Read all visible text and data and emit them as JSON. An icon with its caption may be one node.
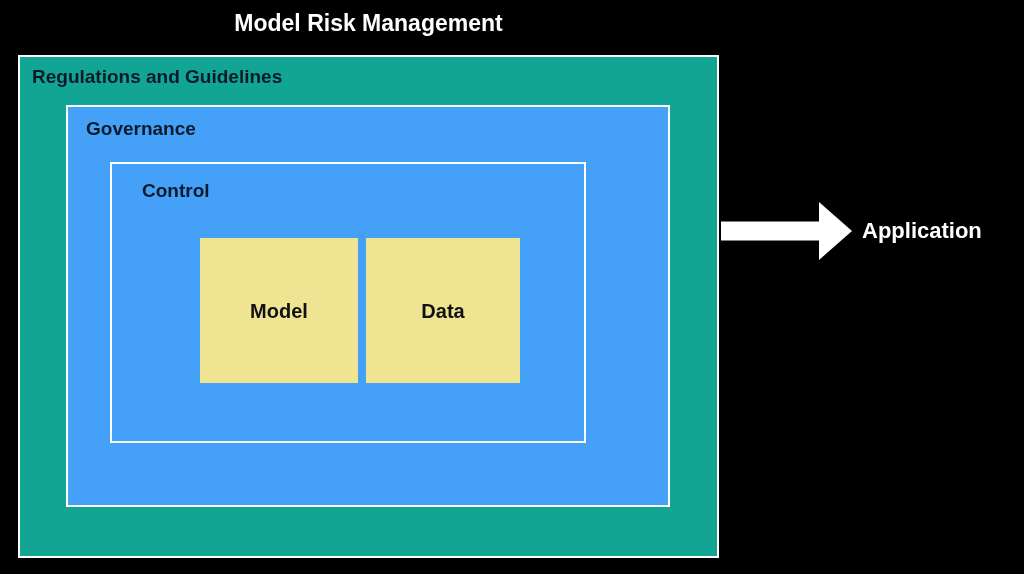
{
  "diagram": {
    "title": "Model Risk Management",
    "nodes": [
      {
        "text": [
          "Regulations and Guidelines"
        ]
      },
      {
        "text": [
          "Governance"
        ],
        "in": 0
      },
      {
        "text": [
          "Control"
        ],
        "in": 1
      },
      {
        "text": [
          "Model"
        ],
        "in": 2
      },
      {
        "text": [
          "Data"
        ],
        "in": 2
      },
      {
        "text": [
          "Application"
        ]
      }
    ],
    "edges": [
      {
        "from": 0,
        "to": 5,
        "arrow": "to"
      }
    ]
  }
}
